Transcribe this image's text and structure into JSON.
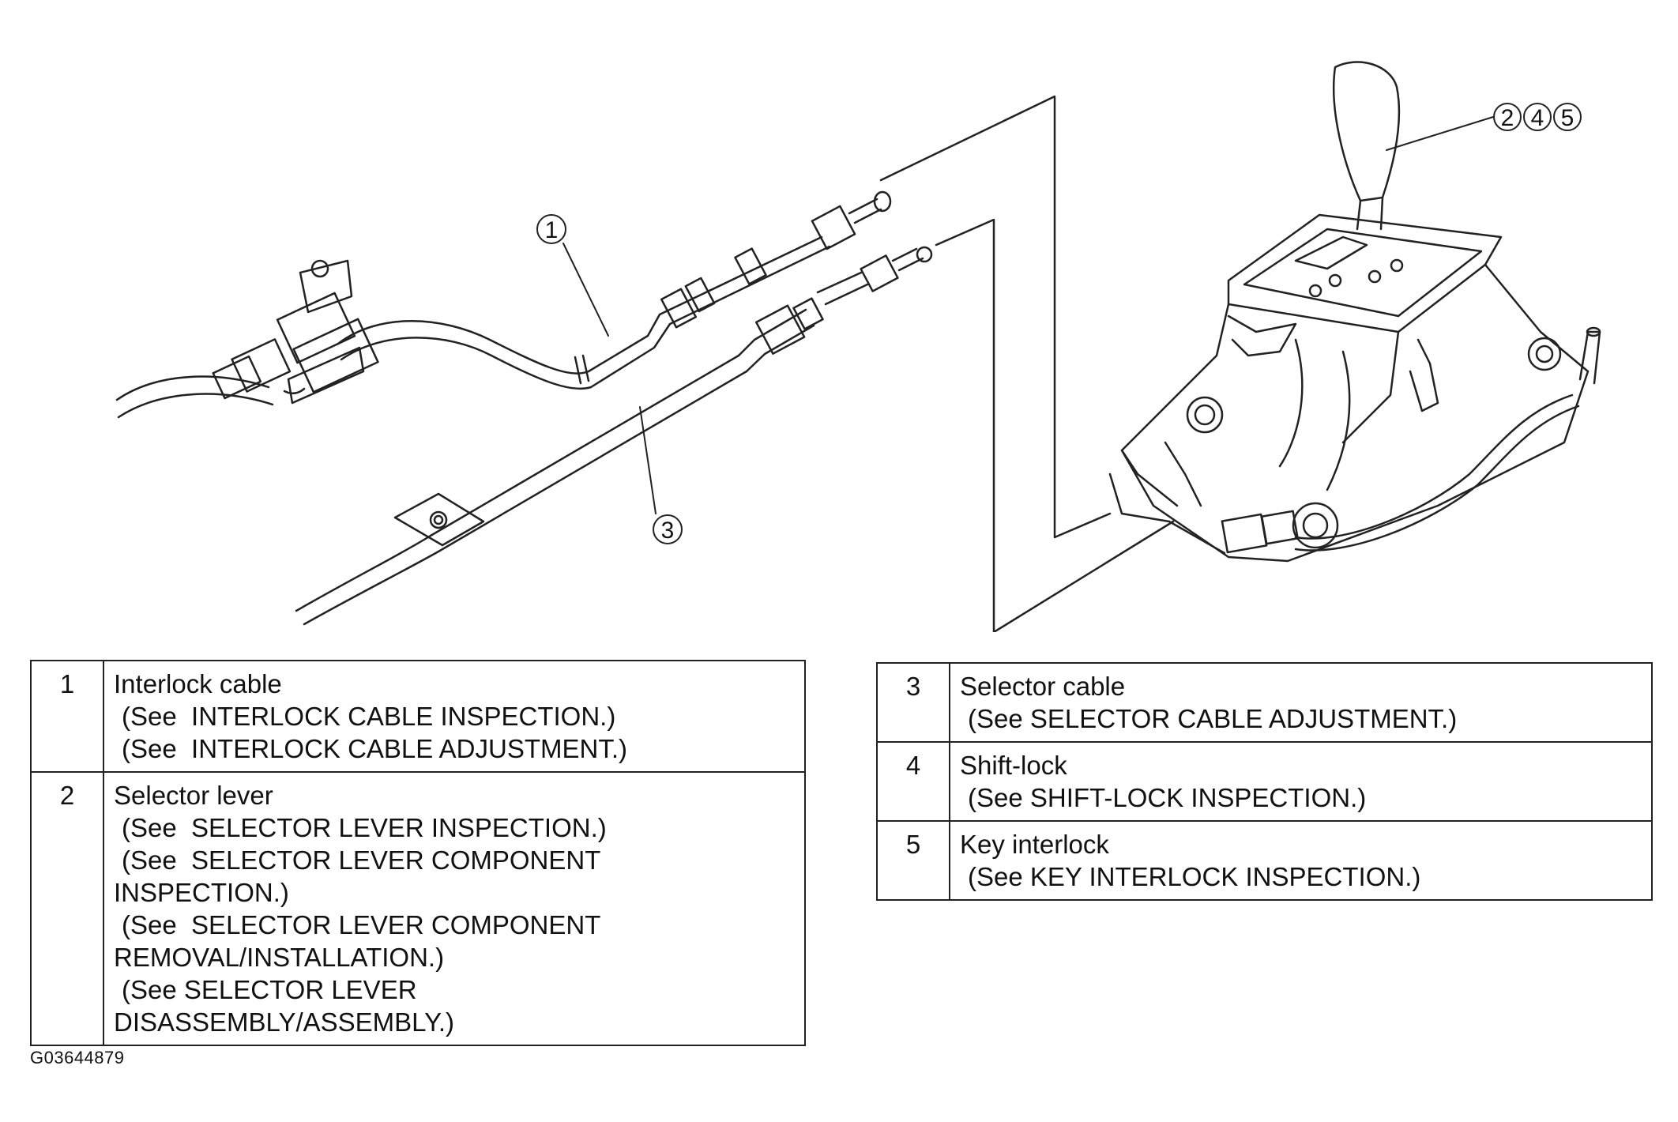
{
  "callouts": {
    "interlock_cable": "1",
    "selector_cable": "3",
    "selector_lever_group": "2 4 5"
  },
  "legend_left": [
    {
      "number": "1",
      "title": "Interlock cable",
      "refs": [
        "(See  INTERLOCK CABLE INSPECTION.)",
        "(See  INTERLOCK CABLE ADJUSTMENT.)"
      ]
    },
    {
      "number": "2",
      "title": "Selector lever",
      "refs": [
        "(See  SELECTOR LEVER INSPECTION.)",
        "(See  SELECTOR LEVER COMPONENT",
        "INSPECTION.)",
        "(See  SELECTOR LEVER COMPONENT",
        "REMOVAL/INSTALLATION.)",
        "(See SELECTOR LEVER",
        "DISASSEMBLY/ASSEMBLY.)"
      ]
    }
  ],
  "legend_right": [
    {
      "number": "3",
      "title": "Selector cable",
      "refs": [
        "(See SELECTOR CABLE ADJUSTMENT.)"
      ]
    },
    {
      "number": "4",
      "title": "Shift-lock",
      "refs": [
        "(See SHIFT-LOCK INSPECTION.)"
      ]
    },
    {
      "number": "5",
      "title": "Key interlock",
      "refs": [
        "(See KEY INTERLOCK INSPECTION.)"
      ]
    }
  ],
  "figure_id": "G03644879"
}
